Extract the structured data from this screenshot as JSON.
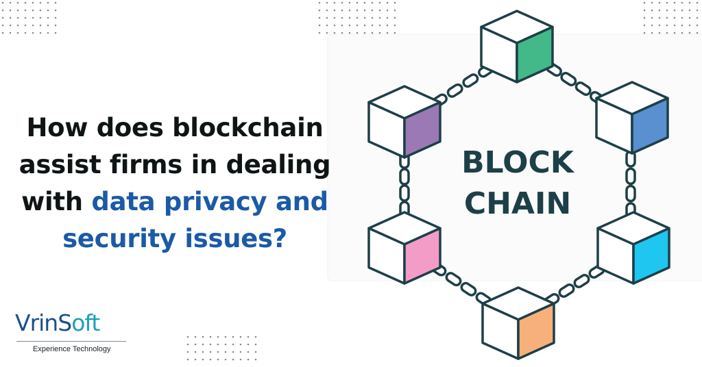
{
  "headline": {
    "line1": "How does blockchain",
    "line2": "assist firms in dealing",
    "line3_plain": "with ",
    "line3_highlight": "data privacy and",
    "line4_highlight": "security issues?"
  },
  "diagram": {
    "label_line1": "BLOCK",
    "label_line2": "CHAIN",
    "cube_accent_colors": [
      "#43b98a",
      "#5a8fd0",
      "#1fc6ef",
      "#f7b07a",
      "#f49cc8",
      "#9b79b4"
    ],
    "outline_color": "#1d3f48"
  },
  "logo": {
    "name_part1": "VrinS",
    "name_part2": "oft",
    "tagline": "Experience Technology"
  },
  "colors": {
    "highlight": "#1b5aa6",
    "text": "#0f1414",
    "dots": "#8a8a8a"
  }
}
